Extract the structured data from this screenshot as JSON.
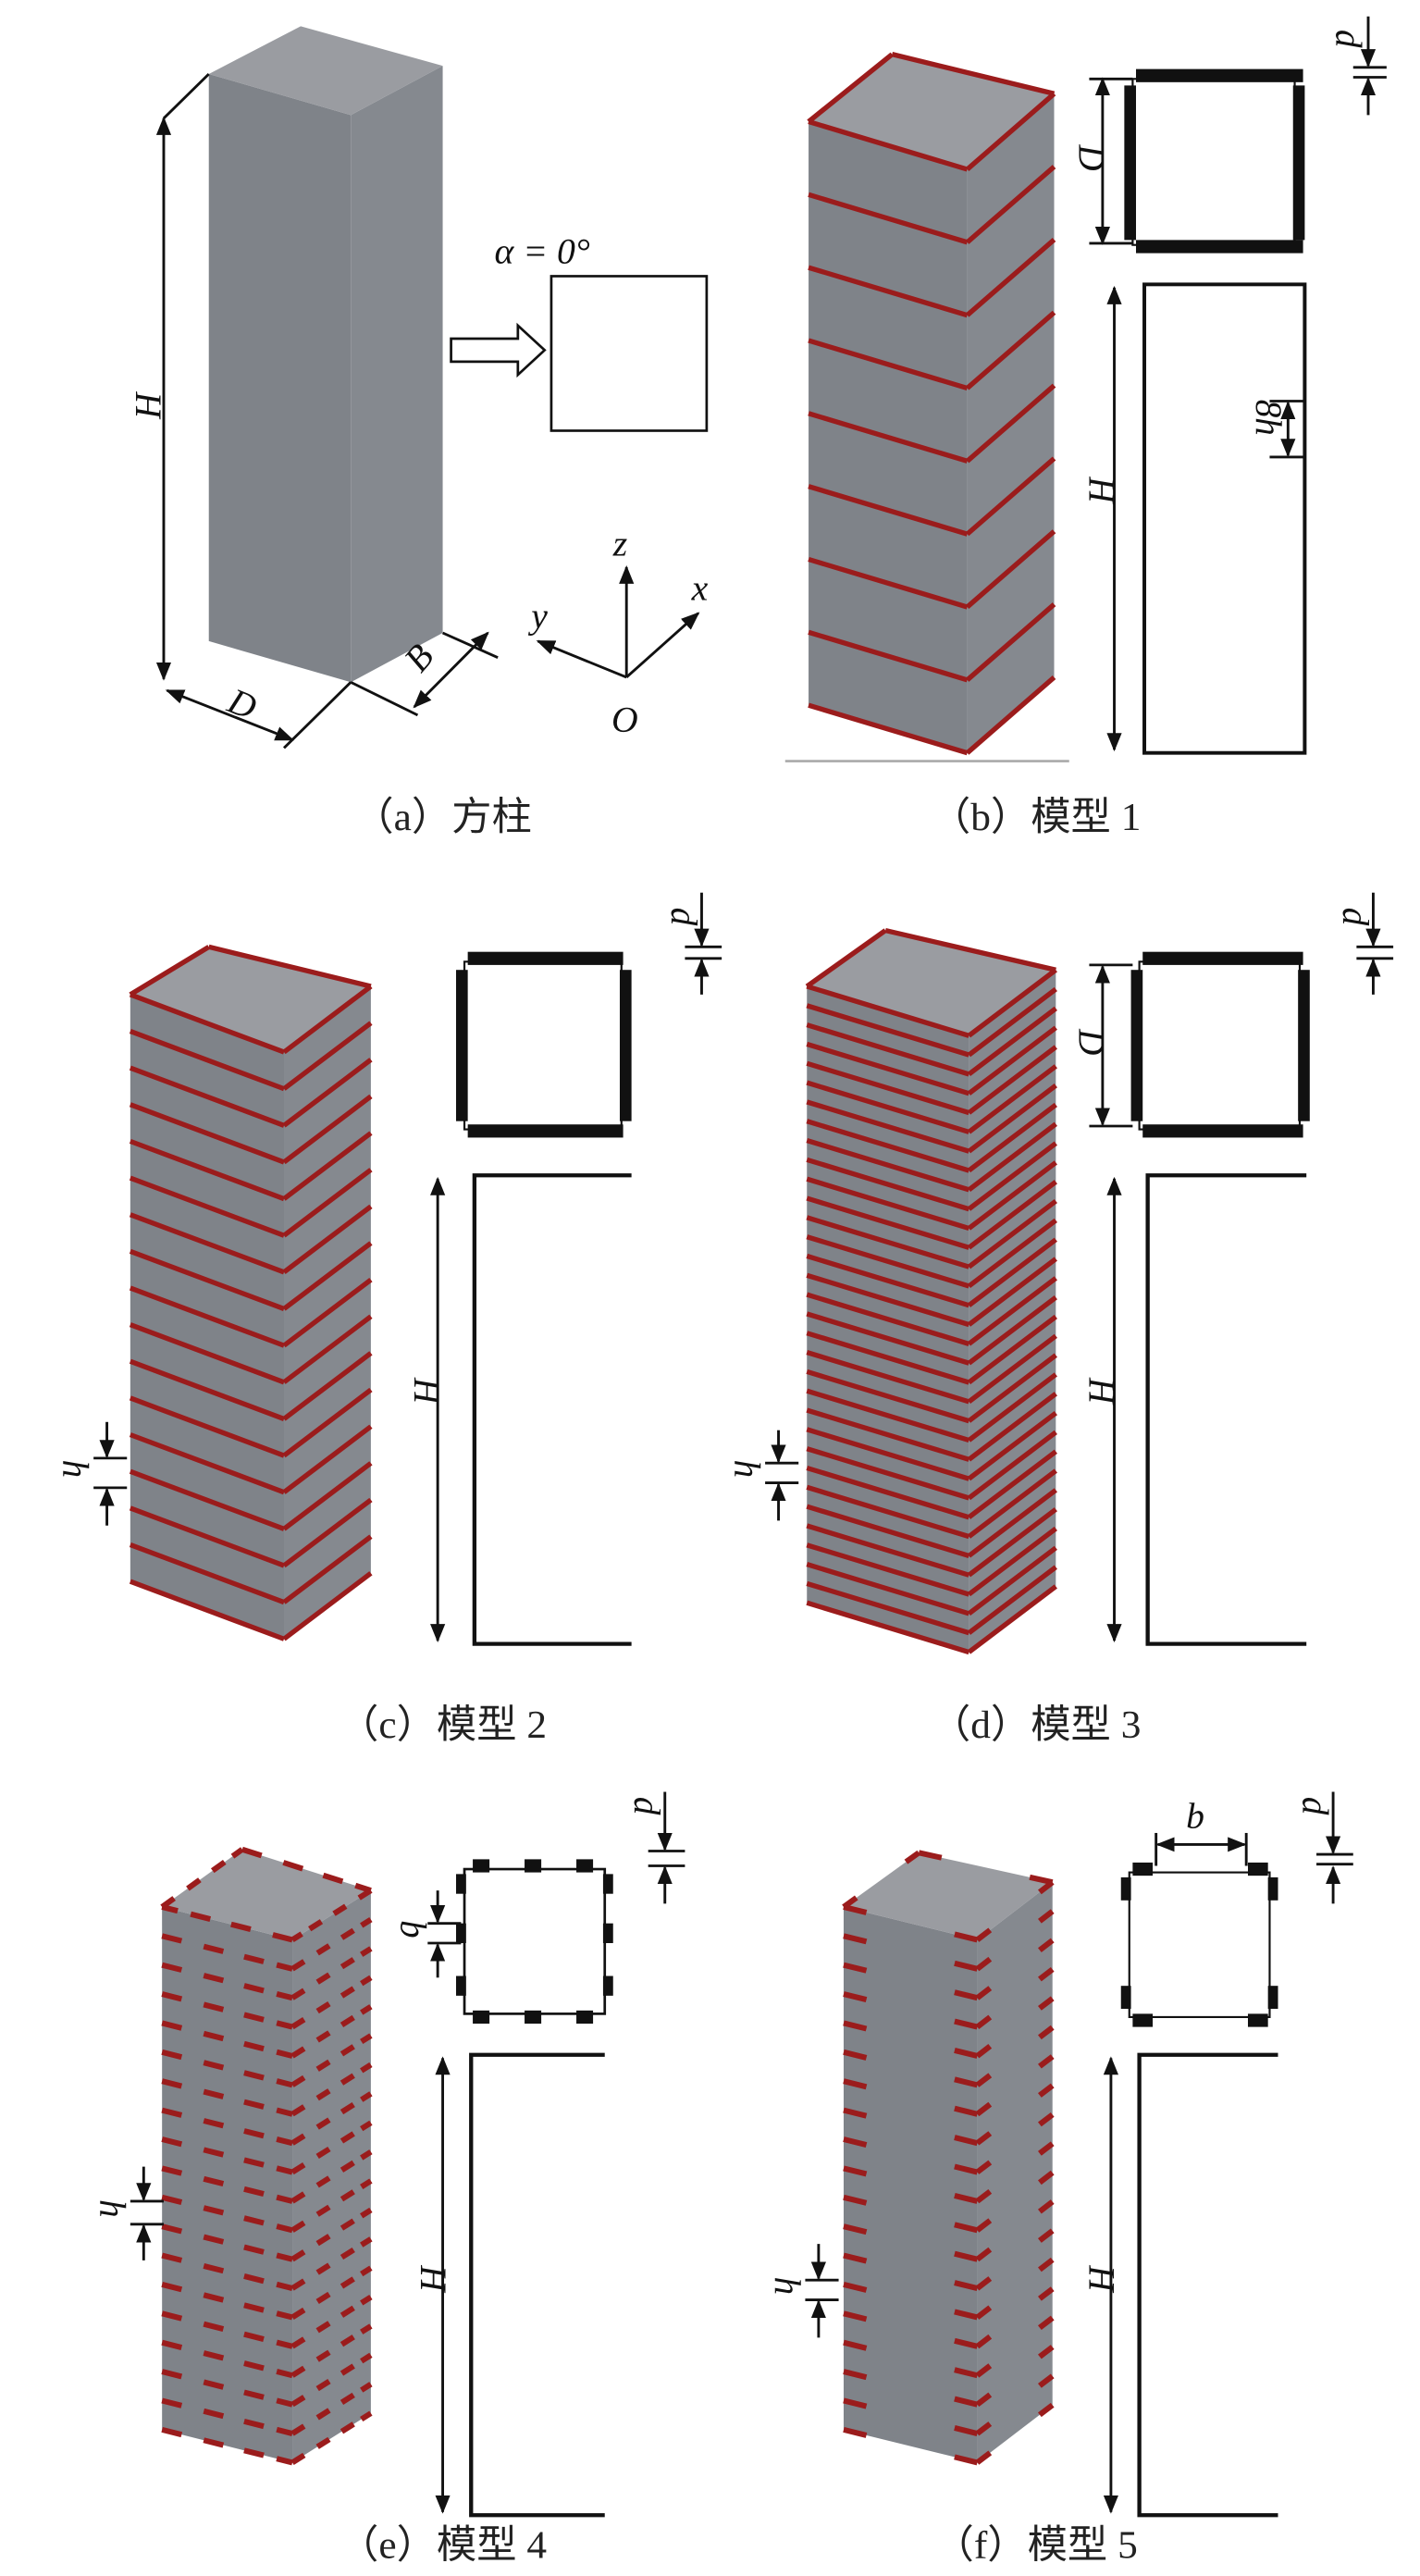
{
  "panels": {
    "a": {
      "caption": "（a）方柱",
      "H": "H",
      "D": "D",
      "B": "B",
      "alpha": "α = 0°",
      "axis_x": "x",
      "axis_y": "y",
      "axis_z": "z",
      "origin": "O"
    },
    "b": {
      "caption": "（b）模型 1",
      "D": "D",
      "d": "d",
      "H": "H",
      "h8": "8h"
    },
    "c": {
      "caption": "（c）模型 2",
      "d": "d",
      "H": "H",
      "h": "h"
    },
    "d": {
      "caption": "（d）模型 3",
      "D": "D",
      "d": "d",
      "H": "H",
      "h": "h"
    },
    "e": {
      "caption": "（e）模型 4",
      "d": "d",
      "b": "b",
      "H": "H",
      "h": "h"
    },
    "f": {
      "caption": "（f）模型 5",
      "b": "b",
      "d": "d",
      "H": "H",
      "h": "h"
    }
  },
  "colors": {
    "face_left": "#7f8389",
    "face_right": "#85898f",
    "face_top": "#9a9ca1",
    "strip": "#9b1c1c",
    "line": "#111111"
  }
}
